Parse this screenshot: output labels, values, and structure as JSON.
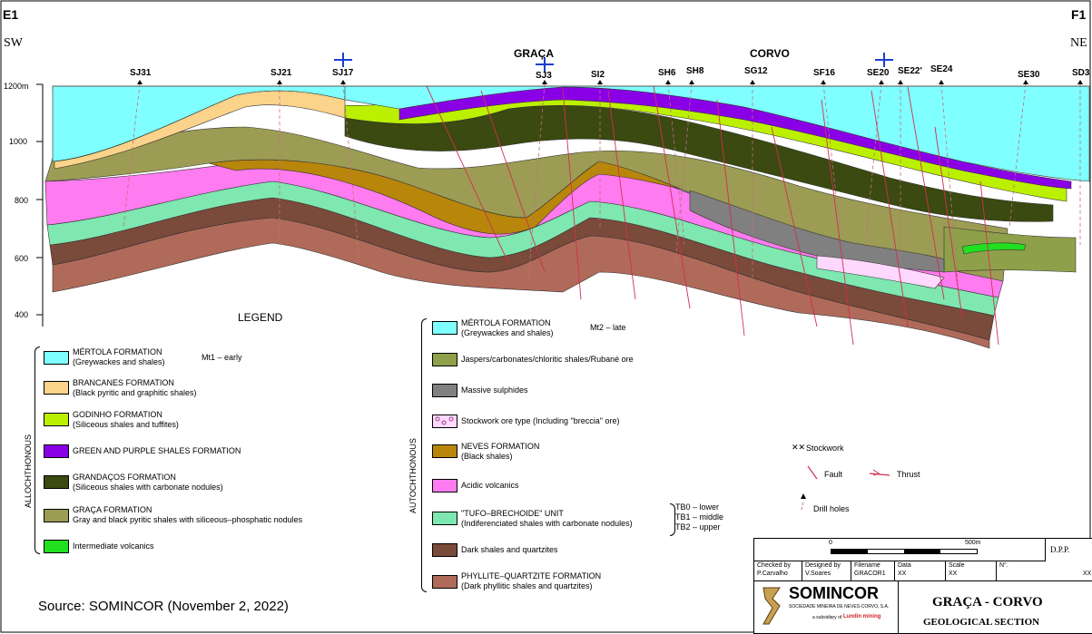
{
  "header": {
    "left_corner": "E1",
    "right_corner": "F1",
    "left_dir": "SW",
    "right_dir": "NE",
    "place_left": "GRAÇA",
    "place_right": "CORVO"
  },
  "wells": [
    "SJ31",
    "SJ21",
    "SJ17",
    "SJ3",
    "SI2",
    "SH6",
    "SH8",
    "SG12",
    "SF16",
    "SE20",
    "SE22'",
    "SE24",
    "SE30",
    "SD3"
  ],
  "y_axis": [
    "1200m",
    "1000",
    "800",
    "600",
    "400"
  ],
  "colors": {
    "mertola": "#7fffff",
    "brancanes": "#fcd38a",
    "godinho": "#bbf000",
    "green_purple": "#8a00e6",
    "grandacos": "#3a4a10",
    "graca": "#9c9c54",
    "intermediate": "#20e020",
    "jaspers": "#8fa04a",
    "massive": "#808080",
    "neves": "#b8860b",
    "acidic": "#ff7bf0",
    "tufo": "#7fe7b0",
    "dark_shales": "#7a4a3a",
    "phyllite": "#b06a5a",
    "fault": "#d03050",
    "well_line": "#c07080"
  },
  "legend": {
    "title": "LEGEND",
    "allochthonous_label": "ALLOCHTHONOUS",
    "autochthonous_label": "AUTOCHTHONOUS",
    "mt1": "Mt1 – early",
    "mt2": "Mt2 – late",
    "left": [
      {
        "l1": "MÉRTOLA FORMATION",
        "l2": "(Greywackes and shales)"
      },
      {
        "l1": "BRANCANES FORMATION",
        "l2": "(Black pyritic and graphitic shales)"
      },
      {
        "l1": "GODINHO FORMATION",
        "l2": "(Siliceous shales and tuffites)"
      },
      {
        "l1": "GREEN AND PURPLE SHALES FORMATION",
        "l2": ""
      },
      {
        "l1": "GRANDAÇOS FORMATION",
        "l2": "(Siliceous shales with carbonate nodules)"
      },
      {
        "l1": "GRAÇA FORMATION",
        "l2": "Gray and black pyritic shales with siliceous–phosphatic nodules"
      },
      {
        "l1": "Intermediate volcanics",
        "l2": ""
      }
    ],
    "right": [
      {
        "l1": "MÉRTOLA FORMATION",
        "l2": "(Greywackes and shales)"
      },
      {
        "l1": "Jaspers/carbonates/chloritic shales/Rubané ore",
        "l2": ""
      },
      {
        "l1": "Massive sulphides",
        "l2": ""
      },
      {
        "l1": "Stockwork ore type (Including \"breccia\" ore)",
        "l2": ""
      },
      {
        "l1": "NEVES FORMATION",
        "l2": "(Black shales)"
      },
      {
        "l1": "Acidic volcanics",
        "l2": ""
      },
      {
        "l1": "\"TUFO–BRECHOIDE\" UNIT",
        "l2": "(Indiferenciated shales with carbonate nodules)"
      },
      {
        "l1": "Dark shales and quartzites",
        "l2": ""
      },
      {
        "l1": "PHYLLITE–QUARTZITE FORMATION",
        "l2": "(Dark phyllitic shales and quartzites)"
      }
    ],
    "tb": [
      "TB0 – lower",
      "TB1 – middle",
      "TB2 – upper"
    ],
    "symbols": {
      "stockwork": "Stockwork",
      "fault": "Fault",
      "thrust": "Thrust",
      "drill": "Drill holes"
    }
  },
  "title_block": {
    "scale_zero": "0",
    "scale_end": "500m",
    "dpp": "D.P.P.",
    "headers": [
      "Checked by",
      "Designed by",
      "Filename",
      "Data",
      "Scale",
      "N°."
    ],
    "values": [
      "P.Carvalho",
      "V.Soares",
      "GRACOR1",
      "XX",
      "XX",
      "XX"
    ],
    "company": "SOMINCOR",
    "company_sub1": "SOCIEDADE MINEIRA DE NEVES-CORVO, S.A.",
    "company_sub2": "a subsidiary of",
    "company_sub3": "Lundin mining",
    "title1": "GRAÇA - CORVO",
    "title2": "GEOLOGICAL SECTION"
  },
  "source": "Source: SOMINCOR (November 2, 2022)"
}
